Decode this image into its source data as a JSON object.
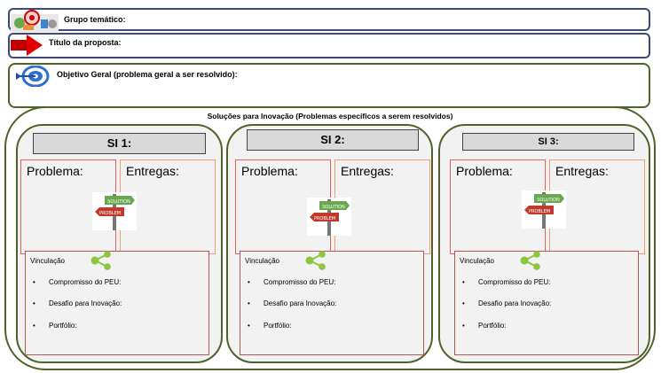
{
  "header": {
    "grupo_label": "Grupo temático:",
    "titulo_label": "Título da proposta:",
    "objetivo_label": "Objetivo Geral (problema geral a ser resolvido):"
  },
  "solucoes": {
    "title": "Soluções para Inovação (Problemas específicos a serem resolvidos)"
  },
  "si": [
    {
      "title": "SI 1:",
      "problema": "Problema:",
      "entregas": "Entregas:",
      "vinculacao": "Vinculação",
      "bullets": [
        "Compromisso do PEU:",
        "Desafio para Inovação:",
        "Portfólio:"
      ]
    },
    {
      "title": "SI 2:",
      "problema": "Problema:",
      "entregas": "Entregas:",
      "vinculacao": "Vinculação",
      "bullets": [
        "Compromisso do PEU:",
        "Desafio para Inovação:",
        "Portfólio:"
      ]
    },
    {
      "title": "SI 3:",
      "problema": "Problema:",
      "entregas": "Entregas:",
      "vinculacao": "Vinculação",
      "bullets": [
        "Compromisso do PEU:",
        "Desafio para Inovação:",
        "Portfólio:"
      ]
    }
  ],
  "sign": {
    "top_text": "SOLUTION",
    "bottom_text": "PROBLEM"
  },
  "bullet_char": "•",
  "colors": {
    "frame_green": "#4f6228",
    "bar_blue": "#3b4a7a",
    "arrow_red": "#c00000",
    "share_green": "#8cc63f"
  }
}
